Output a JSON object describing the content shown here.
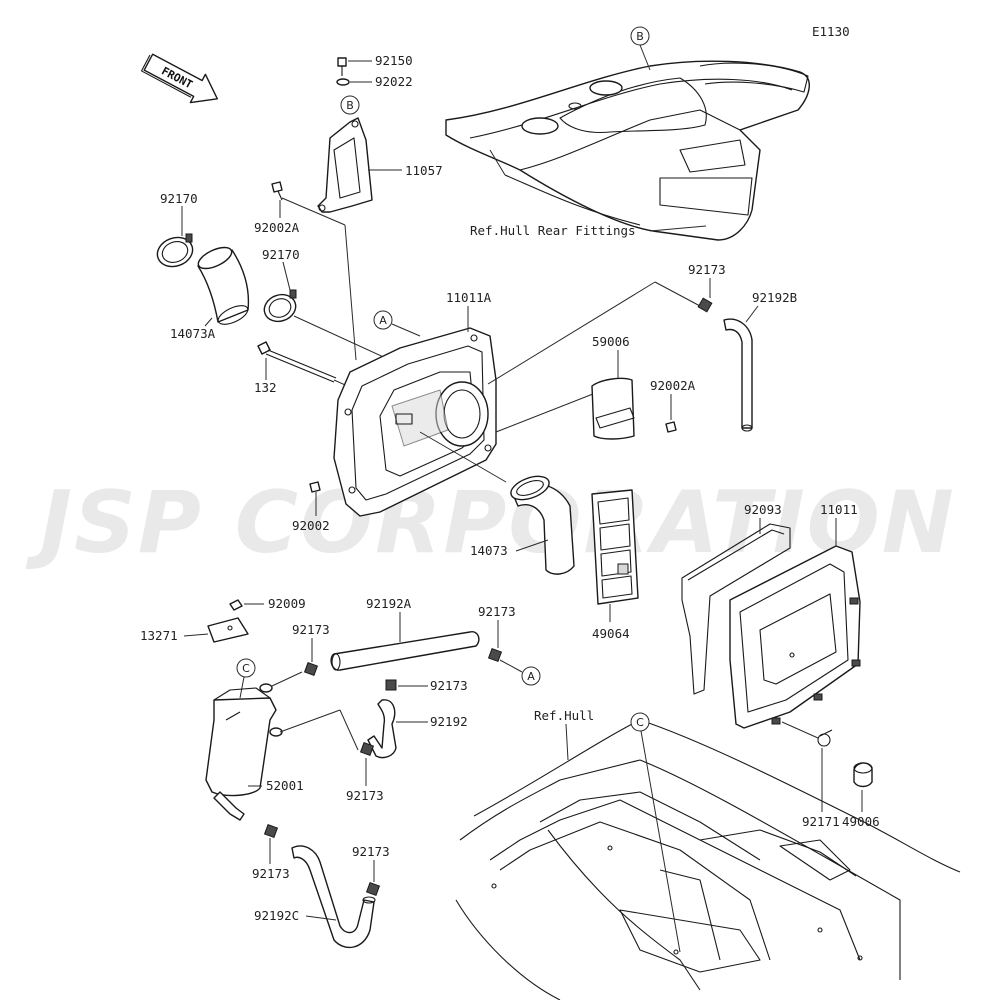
{
  "watermark": "JSP CORPORATION",
  "diagram_code": "E1130",
  "front_arrow_label": "FRONT",
  "callouts": {
    "a": "A",
    "b": "B",
    "c": "C"
  },
  "parts": {
    "p92150": "92150",
    "p92022": "92022",
    "p11057": "11057",
    "p92002A_top": "92002A",
    "p92170_a": "92170",
    "p92170_b": "92170",
    "p14073A": "14073A",
    "p132": "132",
    "p11011A": "11011A",
    "p92002_left": "92002",
    "p92173_top": "92173",
    "p92192B": "92192B",
    "p59006": "59006",
    "p92002A_mid": "92002A",
    "p14073": "14073",
    "p49064": "49064",
    "p92093": "92093",
    "p11011": "11011",
    "p92009": "92009",
    "p13271": "13271",
    "p92192A": "92192A",
    "p92173_a": "92173",
    "p92173_b": "92173",
    "p92173_c": "92173",
    "p92192": "92192",
    "p92173_d": "92173",
    "p52001": "52001",
    "p92173_e": "92173",
    "p92173_f": "92173",
    "p92192C": "92192C",
    "p92171": "92171",
    "p49006": "49006"
  },
  "references": {
    "hull_rear_fittings": "Ref.Hull Rear Fittings",
    "hull": "Ref.Hull"
  }
}
